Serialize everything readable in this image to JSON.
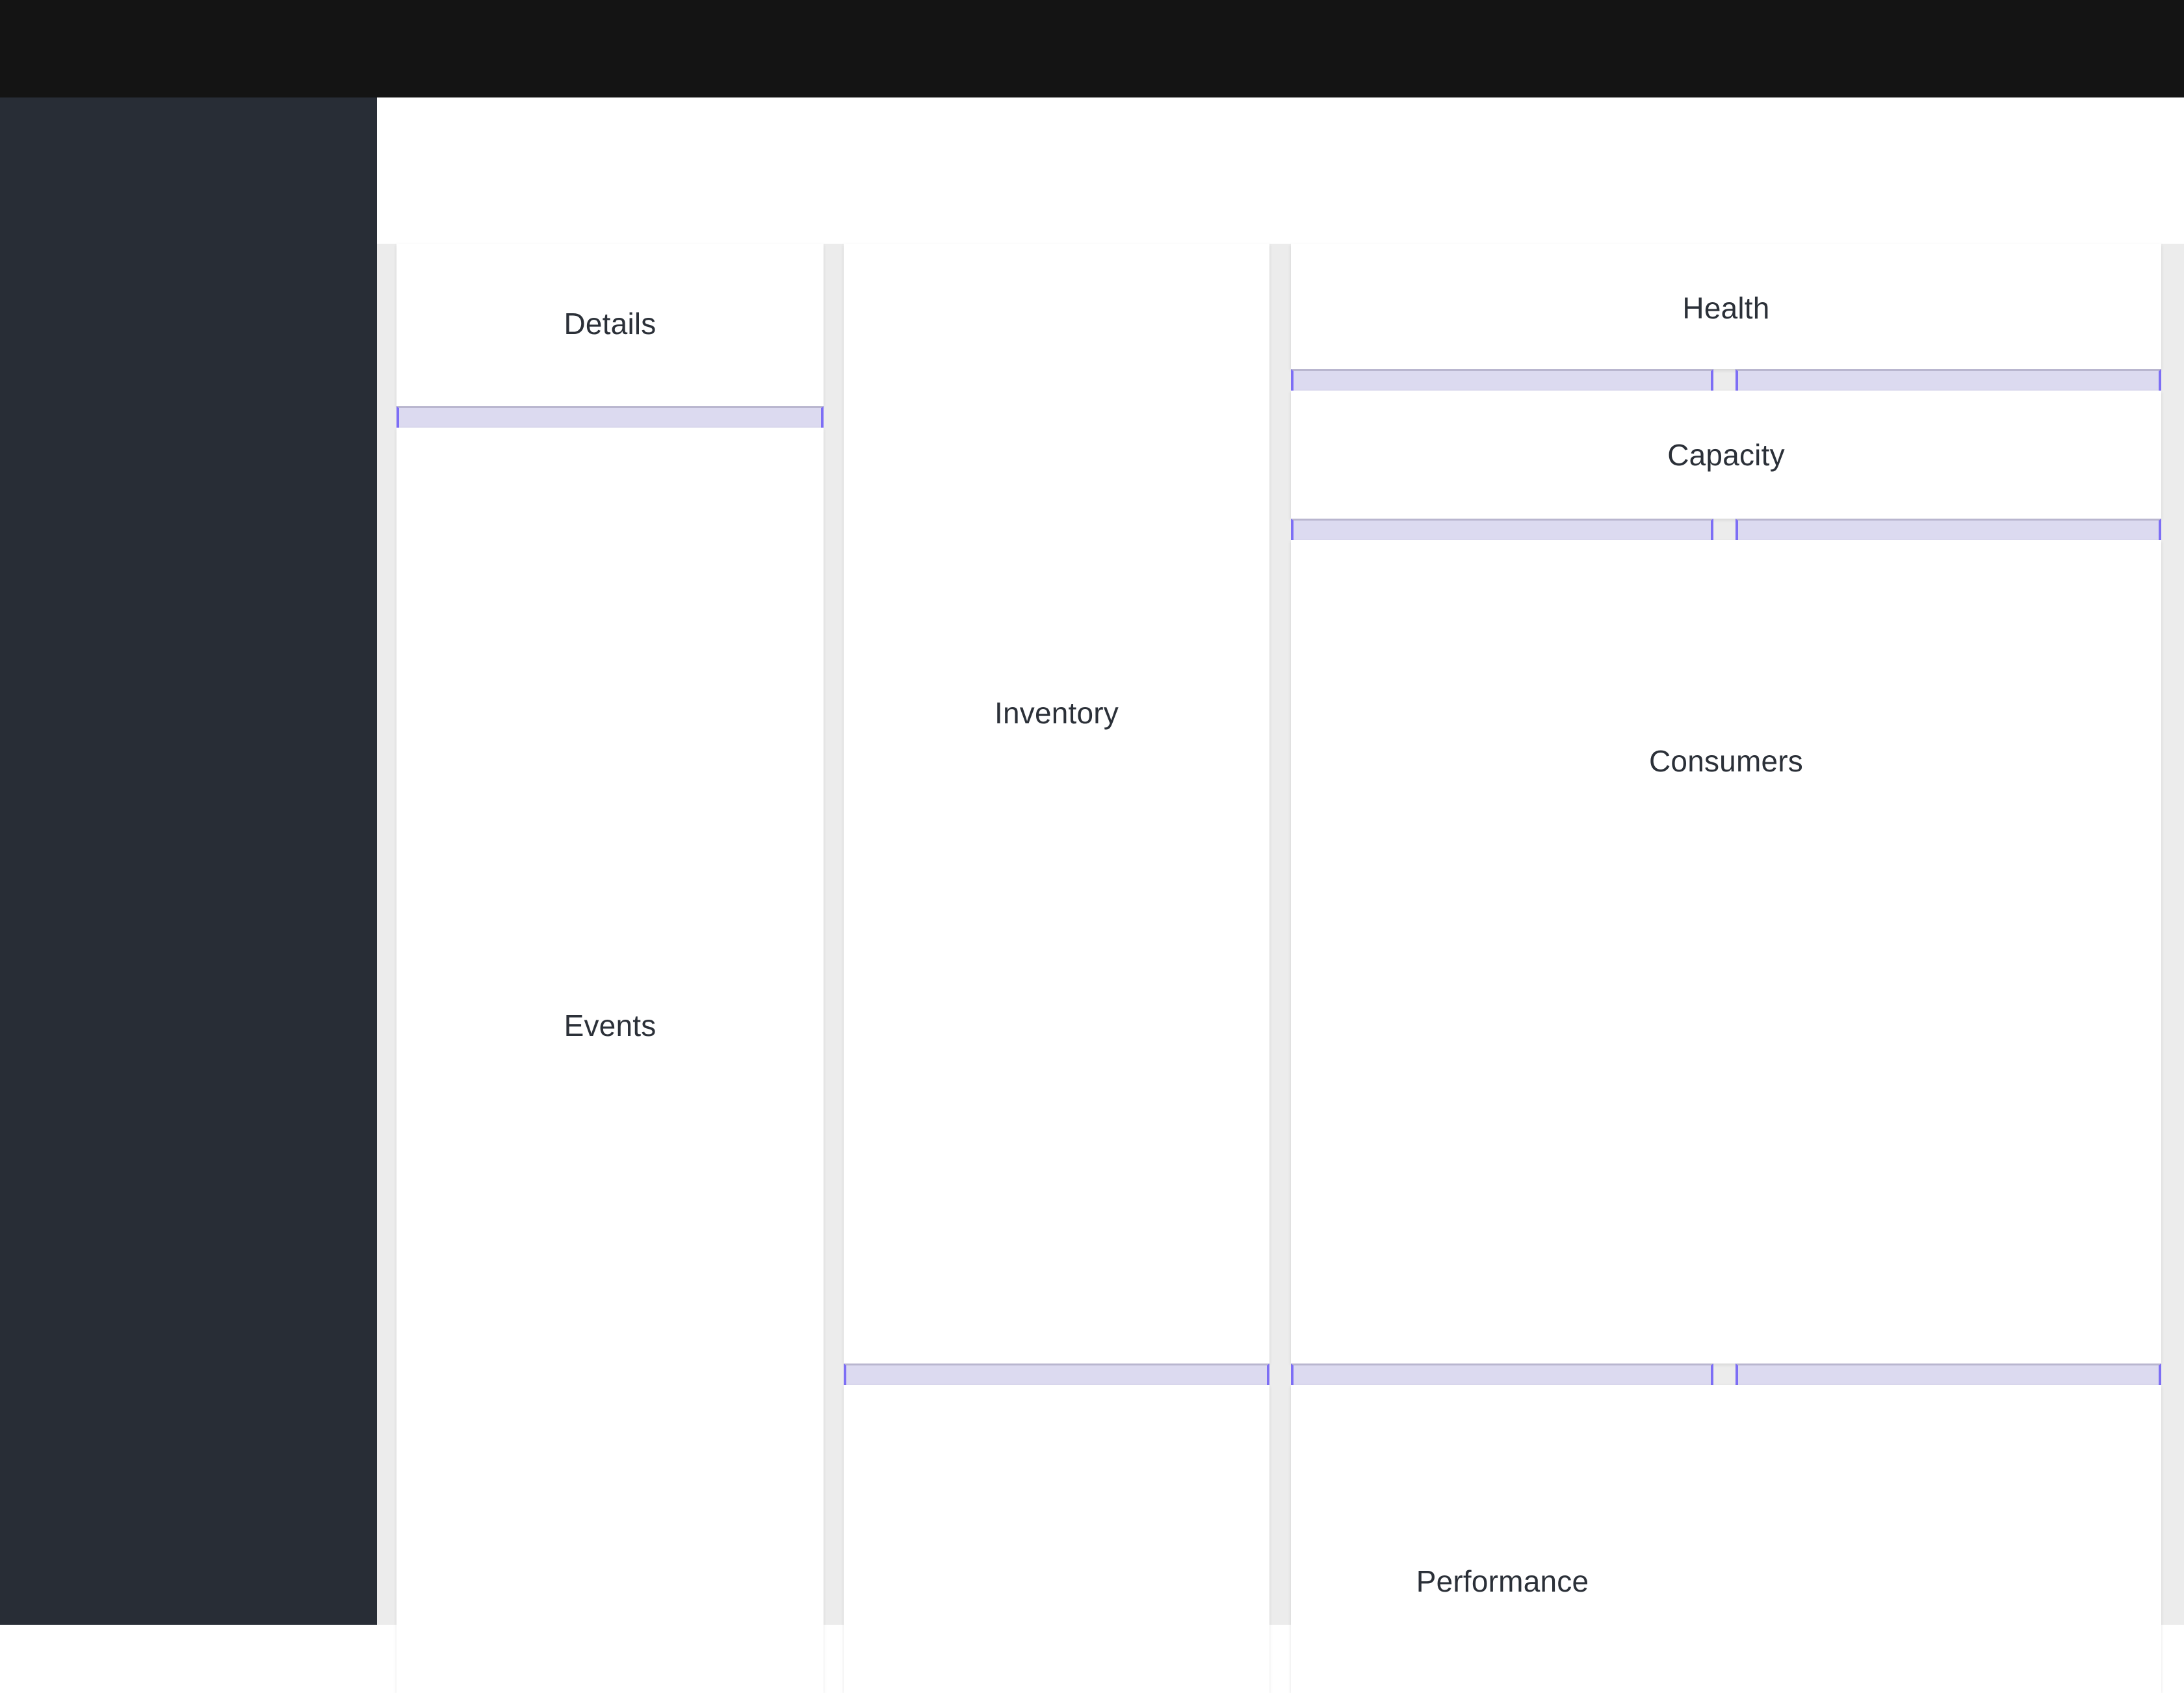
{
  "app": {
    "topbar_color": "#141414",
    "sidebar_color": "#282d36",
    "canvas_color": "#ececec",
    "panel_color": "#ffffff",
    "splitter_fill": "#dcdaf0",
    "splitter_accent": "#7d6ef5",
    "title_color": "#2b3038"
  },
  "topbar": {
    "label": ""
  },
  "sidebar": {
    "label": ""
  },
  "content_header": {
    "label": ""
  },
  "workspace": {
    "columns": [
      {
        "name": "left-column",
        "panels": [
          {
            "title": "Details"
          },
          {
            "title": "Events"
          }
        ],
        "splitters": [
          {
            "label": ""
          }
        ]
      },
      {
        "name": "middle-column",
        "panels": [
          {
            "title": "Inventory"
          },
          {
            "title": "Performance"
          }
        ],
        "splitters": [
          {
            "label": ""
          }
        ]
      },
      {
        "name": "right-column",
        "panels": [
          {
            "title": "Health"
          },
          {
            "title": "Capacity"
          },
          {
            "title": "Consumers"
          }
        ],
        "splitters": [
          {
            "label": ""
          },
          {
            "label": ""
          },
          {
            "label": ""
          }
        ]
      }
    ]
  }
}
